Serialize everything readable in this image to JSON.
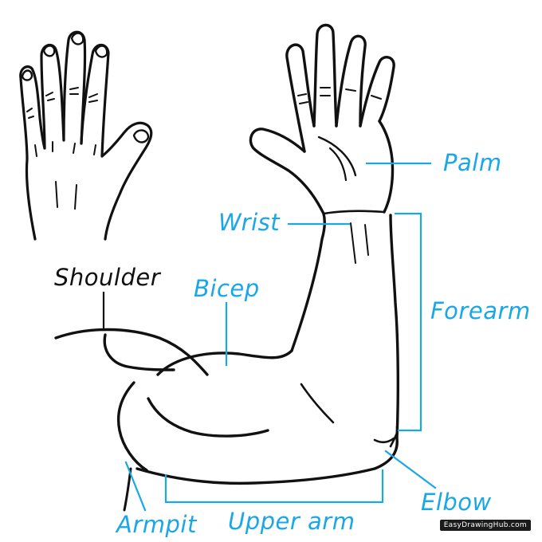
{
  "labels": {
    "palm": "Palm",
    "wrist": "Wrist",
    "shoulder": "Shoulder",
    "bicep": "Bicep",
    "forearm": "Forearm",
    "elbow": "Elbow",
    "armpit": "Armpit",
    "upper_arm": "Upper arm"
  },
  "watermark": "EasyDrawingHub.com",
  "colors": {
    "label_blue": "#1aa7e8",
    "outline": "#111111",
    "background": "#ffffff"
  }
}
